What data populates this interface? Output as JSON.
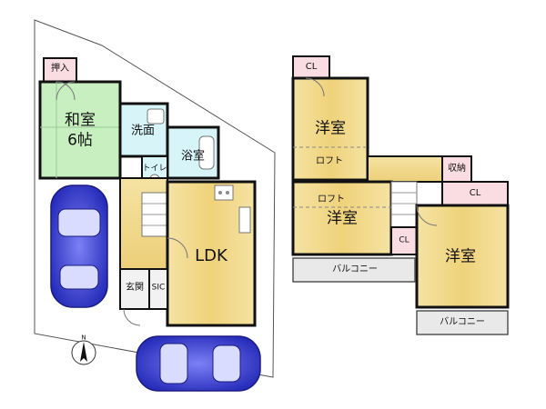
{
  "floor1": {
    "closet_top": "押入",
    "washitsu": "和室",
    "washitsu_size": "6帖",
    "senmen": "洗面",
    "yokushitsu": "浴室",
    "toilet": "トイレ",
    "ldk": "LDK",
    "genkan": "玄関",
    "sic": "SIC"
  },
  "floor2": {
    "cl_top": "CL",
    "youshitsu_top": "洋室",
    "loft_upper": "ロフト",
    "loft_lower": "ロフト",
    "youshitsu_mid": "洋室",
    "cl_small": "CL",
    "shuno": "収納",
    "cl_right": "CL",
    "youshitsu_right": "洋室",
    "balcony_left": "バルコニー",
    "balcony_right": "バルコニー"
  },
  "compass": {
    "north": "N"
  },
  "colors": {
    "wall": "#111111",
    "floor_wood": "#f3dc92",
    "tatami": "#c8efc0",
    "wet_area": "#d7f4f8",
    "closet_pink": "#f9dde2",
    "balcony": "#e9e9e9",
    "car_blue": "#3a3fd6"
  }
}
